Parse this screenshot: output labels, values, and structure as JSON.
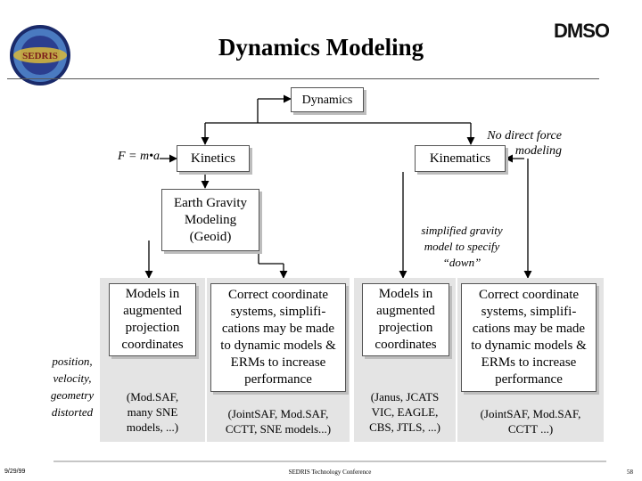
{
  "header": {
    "title": "Dynamics Modeling",
    "logo_left_text": "SEDRIS",
    "logo_right_text": "DMSO"
  },
  "diagram": {
    "root": "Dynamics",
    "formula": "F = m•a",
    "kinetics": "Kinetics",
    "kinematics": "Kinematics",
    "no_force_note": [
      "No direct force",
      "modeling"
    ],
    "gravity": [
      "Earth Gravity",
      "Modeling",
      "(Geoid)"
    ],
    "simplified": [
      "simplified gravity",
      "model to specify",
      "“down”"
    ],
    "side_label": [
      "position,",
      "velocity,",
      "geometry",
      "distorted"
    ],
    "col1": {
      "lines": [
        "Models in",
        "augmented",
        "projection",
        "coordinates"
      ],
      "note": [
        "(Mod.SAF,",
        "many SNE",
        "models, ...)"
      ]
    },
    "col2": {
      "lines": [
        "Correct coordinate",
        "systems, simplifi-",
        "cations may be made",
        "to dynamic models &",
        "ERMs to increase",
        "performance"
      ],
      "note": [
        "(JointSAF, Mod.SAF,",
        "CCTT, SNE models...)"
      ]
    },
    "col3": {
      "lines": [
        "Models in",
        "augmented",
        "projection",
        "coordinates"
      ],
      "note": [
        "(Janus, JCATS",
        "VIC, EAGLE,",
        "CBS, JTLS, ...)"
      ]
    },
    "col4": {
      "lines": [
        "Correct coordinate",
        "systems, simplifi-",
        "cations may be made",
        "to dynamic models &",
        "ERMs to increase",
        "performance"
      ],
      "note": [
        "(JointSAF, Mod.SAF,",
        "CCTT ...)"
      ]
    }
  },
  "footer": {
    "date": "9/29/99",
    "conference": "SEDRIS Technology Conference",
    "page": "58"
  }
}
